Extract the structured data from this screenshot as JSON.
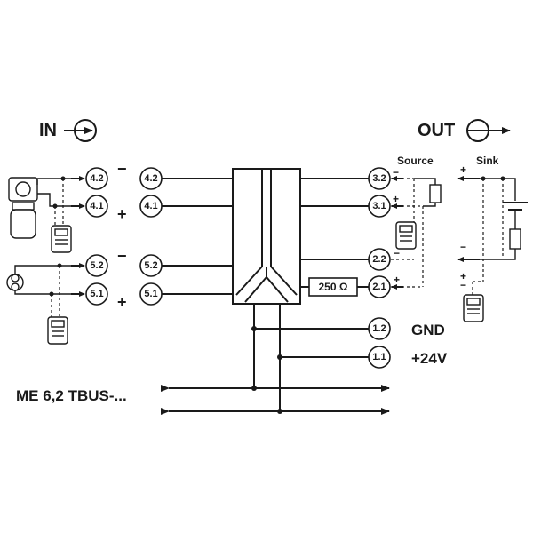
{
  "io": {
    "in_label": "IN",
    "out_label": "OUT"
  },
  "bus_label": "ME 6,2 TBUS-...",
  "output_modes": {
    "source": "Source",
    "sink": "Sink"
  },
  "power": {
    "gnd": "GND",
    "supply": "+24V"
  },
  "resistor_value": "250 Ω",
  "input_terminals_left": [
    "4.2",
    "4.1",
    "5.2",
    "5.1"
  ],
  "input_terminals_right": [
    "4.2",
    "4.1",
    "5.2",
    "5.1"
  ],
  "output_terminals": [
    "3.2",
    "3.1",
    "2.2",
    "2.1",
    "1.2",
    "1.1"
  ],
  "signs": {
    "minus": "−",
    "plus": "+"
  }
}
